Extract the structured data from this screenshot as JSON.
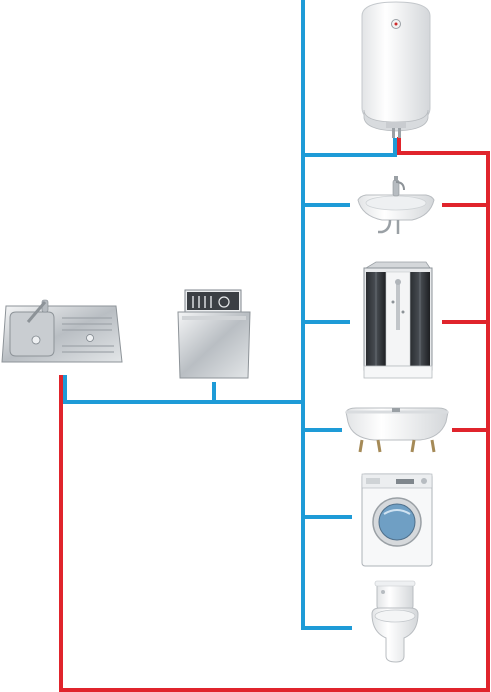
{
  "diagram": {
    "pipe_colors": {
      "cold": "#1e9bd7",
      "hot": "#e0242c"
    },
    "appliances": [
      {
        "name": "water-heater",
        "icon": "water-heater-icon",
        "cold": true,
        "hot": true
      },
      {
        "name": "washbasin",
        "icon": "washbasin-icon",
        "cold": true,
        "hot": true
      },
      {
        "name": "shower-cabin",
        "icon": "shower-cabin-icon",
        "cold": true,
        "hot": true
      },
      {
        "name": "bathtub",
        "icon": "bathtub-icon",
        "cold": true,
        "hot": true
      },
      {
        "name": "washing-machine",
        "icon": "washing-machine-icon",
        "cold": true,
        "hot": false
      },
      {
        "name": "toilet",
        "icon": "toilet-icon",
        "cold": true,
        "hot": false
      },
      {
        "name": "kitchen-sink",
        "icon": "kitchen-sink-icon",
        "cold": true,
        "hot": true
      },
      {
        "name": "dishwasher",
        "icon": "dishwasher-icon",
        "cold": true,
        "hot": false
      }
    ]
  }
}
